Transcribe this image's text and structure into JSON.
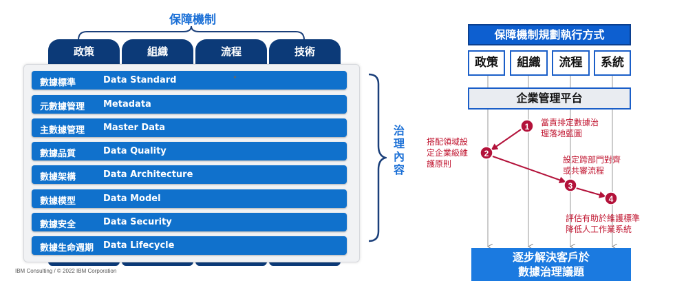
{
  "left": {
    "title": "保障機制",
    "tabs": [
      "政策",
      "組織",
      "流程",
      "技術"
    ],
    "rows": [
      {
        "zh": "數據標準",
        "en": "Data Standard"
      },
      {
        "zh": "元數據管理",
        "en": "Metadata"
      },
      {
        "zh": "主數據管理",
        "en": "Master Data"
      },
      {
        "zh": "數據品質",
        "en": "Data Quality"
      },
      {
        "zh": "數據架構",
        "en": "Data Architecture"
      },
      {
        "zh": "數據模型",
        "en": "Data Model"
      },
      {
        "zh": "數據安全",
        "en": "Data Security"
      },
      {
        "zh": "數據生命週期",
        "en": "Data Lifecycle"
      }
    ],
    "side_label": [
      "治",
      "理",
      "內",
      "容"
    ],
    "footer": "IBM Consulting / © 2022 IBM Corporation"
  },
  "right": {
    "title": "保障機制規劃執行方式",
    "boxes": [
      "政策",
      "組織",
      "流程",
      "系統"
    ],
    "platform": "企業管理平台",
    "bottom_line1": "逐步解決客戶於",
    "bottom_line2": "數據治理議題",
    "steps": [
      "1",
      "2",
      "3",
      "4"
    ],
    "note1_line1": "當責排定數據治",
    "note1_line2": "理落地藍圖",
    "note2_line1": "搭配領域設",
    "note2_line2": "定企業級維",
    "note2_line3": "護原則",
    "note3_line1": "設定跨部門對齊",
    "note3_line2": "或共審流程",
    "note4_line1": "評估有助於維護標準",
    "note4_line2": "降低人工作業系統"
  },
  "colors": {
    "navy": "#0c3a78",
    "row_blue": "#1071cc",
    "accent_blue": "#1a6fd6",
    "step_red": "#b3123a",
    "note_red": "#c0142f"
  }
}
